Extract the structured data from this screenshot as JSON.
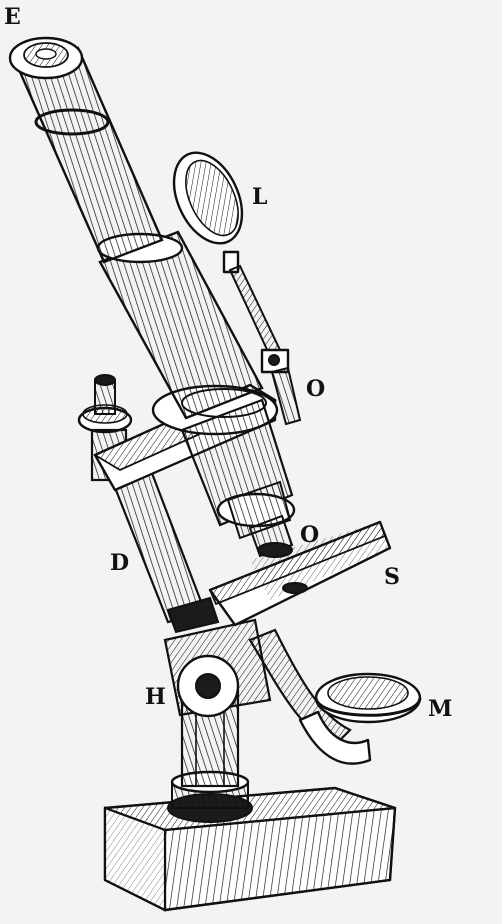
{
  "labels": {
    "eyepiece": "E",
    "lens": "L",
    "clamp": "O",
    "objective": "O",
    "pillar": "D",
    "stage": "S",
    "hinge": "H",
    "mirror": "M"
  },
  "colors": {
    "background": "#f3f3f3",
    "ink": "#111111",
    "paper": "#ffffff"
  }
}
